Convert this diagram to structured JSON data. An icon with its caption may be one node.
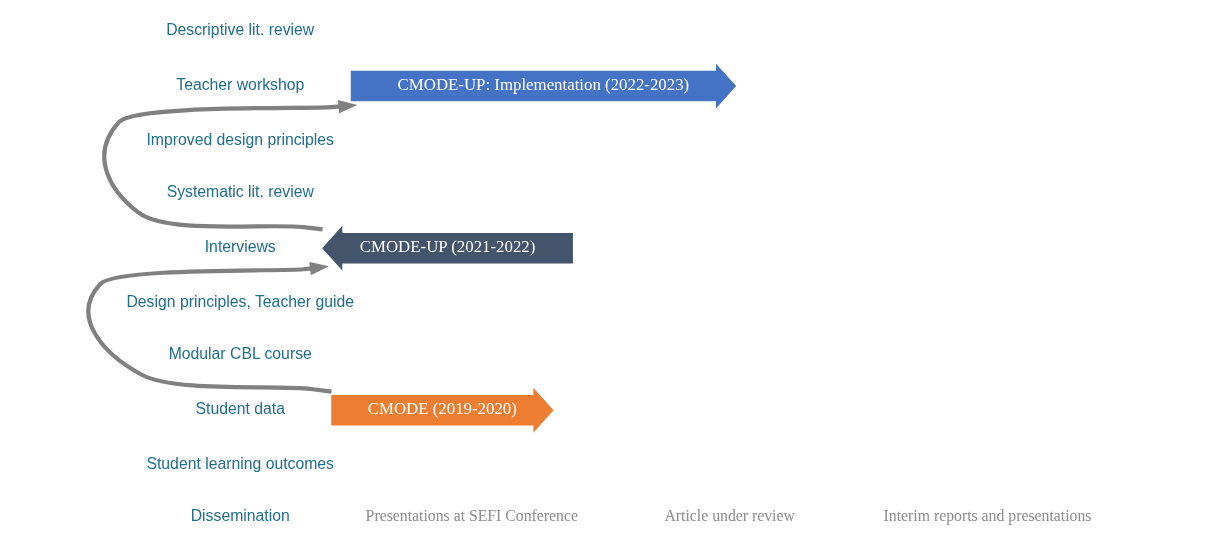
{
  "diagram": {
    "nodes": [
      {
        "text": [
          "CMODE-UP: Implementation (2022-2023)"
        ]
      },
      {
        "text": [
          "CMODE-UP (2021-2022)"
        ]
      },
      {
        "text": [
          "CMODE (2019-2020)"
        ]
      }
    ],
    "edges": [
      {
        "from": 2,
        "to": 1,
        "arrow": "to",
        "color": "#808080"
      },
      {
        "from": 1,
        "to": 0,
        "arrow": "to",
        "color": "#808080"
      }
    ],
    "labels": [
      "Descriptive lit. review",
      "Teacher workshop",
      "Improved design principles",
      "Systematic lit. review",
      "Interviews",
      "Design principles, Teacher guide",
      "Modular CBL course",
      "Student data",
      "Student learning outcomes",
      "Dissemination",
      "Presentations at SEFI Conference",
      "Article under review",
      "Interim reports and presentations"
    ]
  }
}
